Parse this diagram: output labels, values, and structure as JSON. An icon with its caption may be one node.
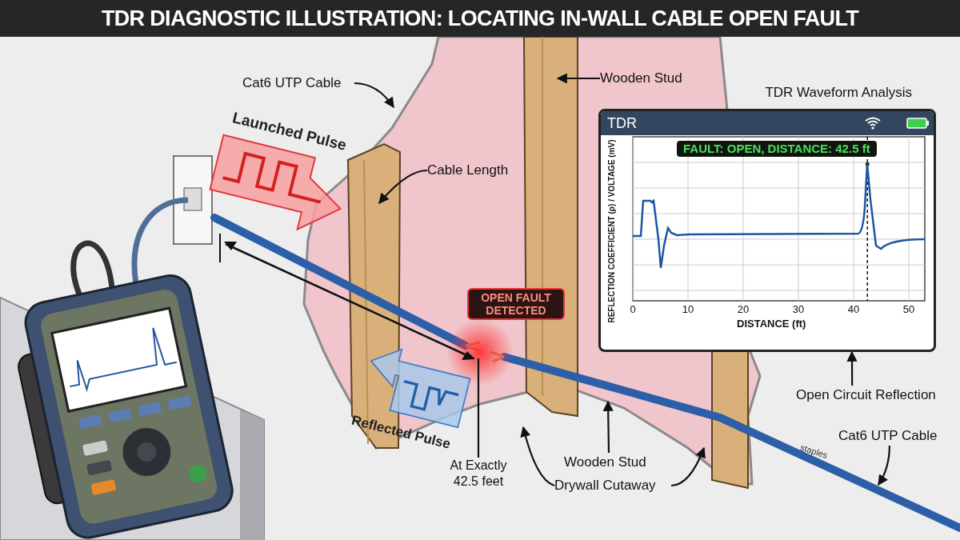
{
  "diagram": {
    "title": "TDR DIAGNOSTIC ILLUSTRATION: LOCATING IN-WALL CABLE OPEN FAULT",
    "nodes": [
      {
        "text": [
          "Cat6 UTP Cable"
        ]
      },
      {
        "text": [
          "Wooden Stud"
        ]
      },
      {
        "text": [
          "Launched Pulse"
        ]
      },
      {
        "text": [
          "Cable Length"
        ]
      },
      {
        "text": [
          "OPEN FAULT DETECTED"
        ]
      },
      {
        "text": [
          "Reflected Pulse"
        ]
      },
      {
        "text": [
          "At Exactly 42.5 feet"
        ]
      },
      {
        "text": [
          "Wooden Stud"
        ]
      },
      {
        "text": [
          "Drywall Cutaway"
        ]
      },
      {
        "text": [
          "Open Circuit Reflection"
        ]
      },
      {
        "text": [
          "Cat6 UTP Cable"
        ]
      },
      {
        "text": [
          "TDR Waveform Analysis",
          "TDR"
        ]
      }
    ],
    "edges": [
      {
        "from": 0,
        "to": null,
        "arrow": "to"
      },
      {
        "from": 1,
        "to": null,
        "arrow": "to"
      },
      {
        "from": 3,
        "to": null,
        "arrow": "to"
      },
      {
        "from": 7,
        "to": null,
        "arrow": "to"
      },
      {
        "from": 8,
        "to": null,
        "arrow": "to"
      },
      {
        "from": 8,
        "to": null,
        "arrow": "to"
      },
      {
        "from": 9,
        "to": 11,
        "arrow": "to"
      },
      {
        "from": 10,
        "to": null,
        "arrow": "to"
      },
      {
        "from": 6,
        "to": null,
        "arrow": "none"
      }
    ],
    "labels": [
      "FAULT: OPEN, DISTANCE: 42.5 ft",
      "REFLECTION COEFFICIENT (ρ) / VOLTAGE (mV)",
      "0",
      "10",
      "20",
      "30",
      "40",
      "50",
      "DISTANCE (ft)",
      "staples"
    ]
  }
}
